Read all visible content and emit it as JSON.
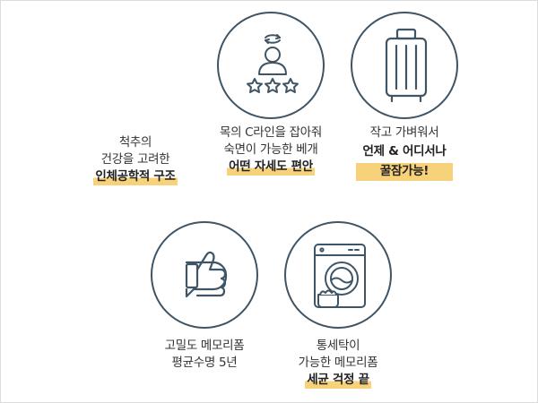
{
  "colors": {
    "icon_stroke": "#3f5566",
    "highlight": "#f7d27a"
  },
  "features": [
    {
      "icon": "spine-icon",
      "lines": [
        "척추의",
        "건강을 고려한"
      ],
      "highlight": "인체공학적 구조"
    },
    {
      "icon": "user-rating-icon",
      "lines": [
        "목의 C라인을 잡아줘",
        "숙면이 가능한 베개"
      ],
      "highlight": "어떤 자세도 편안"
    },
    {
      "icon": "suitcase-icon",
      "lines": [
        "작고 가벼워서"
      ],
      "highlight": "언제 & 어디서나 꿀잠가능!"
    },
    {
      "icon": "thumbs-up-icon",
      "lines": [
        "고밀도 메모리폼",
        "평균수명 5년"
      ],
      "highlight": ""
    },
    {
      "icon": "washing-machine-icon",
      "lines": [
        "통세탁이",
        "가능한 메모리폼"
      ],
      "highlight": "세균 걱정 끝"
    }
  ]
}
